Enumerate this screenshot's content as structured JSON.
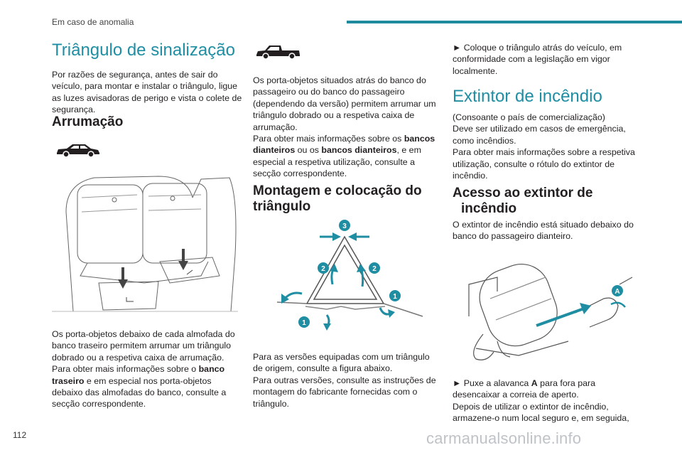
{
  "header": {
    "section": "Em caso de anomalia"
  },
  "page_number": "112",
  "watermark": "carmanualsonline.info",
  "col1": {
    "title": "Triângulo de sinalização",
    "intro": "Por razões de segurança, antes de sair do veículo, para montar e instalar o triângulo, ligue as luzes avisadoras de perigo e vista o colete de segurança.",
    "storage_heading": "Arrumação",
    "storage_p1": "Os porta-objetos debaixo de cada almofada do banco traseiro permitem arrumar um triângulo dobrado ou a respetiva caixa de arrumação.",
    "storage_p2_a": "Para obter mais informações sobre o ",
    "storage_p2_b": "banco traseiro",
    "storage_p2_c": " e em especial nos porta-objetos debaixo das almofadas do banco, consulte a secção correspondente."
  },
  "col2": {
    "p1": "Os porta-objetos situados atrás do banco do passageiro ou do banco do passageiro (dependendo da versão) permitem arrumar um triângulo dobrado ou a respetiva caixa de arrumação.",
    "p2_a": "Para obter mais informações sobre os ",
    "p2_b": "bancos dianteiros",
    "p2_c": " ou os ",
    "p2_d": "bancos dianteiros",
    "p2_e": ", e em especial a respetiva utilização, consulte a secção correspondente.",
    "assembly_heading": "Montagem e colocação do triângulo",
    "diagram_labels": [
      "3",
      "2",
      "2",
      "1",
      "1"
    ],
    "p3": "Para as versões equipadas com um triângulo de origem, consulte a figura abaixo.",
    "p4": "Para outras versões, consulte as instruções de montagem do fabricante fornecidas com o triângulo."
  },
  "col3": {
    "p1": "► Coloque o triângulo atrás do veículo, em conformidade com a legislação em vigor localmente.",
    "title": "Extintor de incêndio",
    "p2": "(Consoante o país de comercialização)",
    "p3": "Deve ser utilizado em casos de emergência, como incêndios.",
    "p4": "Para obter mais informações sobre a respetiva utilização, consulte o rótulo do extintor de incêndio.",
    "access_heading_1": "Acesso ao extintor de",
    "access_heading_2": "incêndio",
    "p5": "O extintor de incêndio está situado debaixo do banco do passageiro dianteiro.",
    "label_a": "A",
    "p6_a": "► Puxe a alavanca ",
    "p6_b": "A",
    "p6_c": " para fora para desencaixar a correia de aperto.",
    "p7": "Depois de utilizar o extintor de incêndio, armazene-o num local seguro e, em seguida,"
  },
  "colors": {
    "accent": "#1f8ea3",
    "header_bar": "#1e8a9e",
    "text": "#231f20",
    "watermark": "#bfc3c7"
  }
}
